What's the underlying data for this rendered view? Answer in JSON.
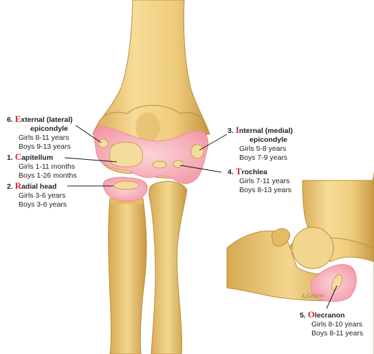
{
  "labels": [
    {
      "num": "6.",
      "cap": "E",
      "rest": "xternal (lateral)",
      "line2": "epicondyle",
      "ages": [
        "Girls 8-11 years",
        "Boys 9-13 years"
      ]
    },
    {
      "num": "1.",
      "cap": "C",
      "rest": "apitellum",
      "line2": "",
      "ages": [
        "Girls 1-11 months",
        "Boys 1-26 months"
      ]
    },
    {
      "num": "2.",
      "cap": "R",
      "rest": "adial head",
      "line2": "",
      "ages": [
        "Girls 3-6 years",
        "Boys 3-6 years"
      ]
    },
    {
      "num": "3.",
      "cap": "I",
      "rest": "nternal (medial)",
      "line2": "epicondyle",
      "ages": [
        "Girls 5-8 years",
        "Boys 7-9 years"
      ]
    },
    {
      "num": "4.",
      "cap": "T",
      "rest": "rochlea",
      "line2": "",
      "ages": [
        "Girls 7-11 years",
        "Boys 8-13 years"
      ]
    },
    {
      "num": "5.",
      "cap": "O",
      "rest": "lecranon",
      "line2": "",
      "ages": [
        "Girls 8-10 years",
        "Boys 8-11 years"
      ]
    }
  ],
  "signature": "A.Greene",
  "colors": {
    "bone": "#ecc97a",
    "bone_shade": "#c9a04e",
    "cartilage": "#f8b7c0",
    "ossification": "#f4dc9e",
    "accent": "#d8232a"
  }
}
